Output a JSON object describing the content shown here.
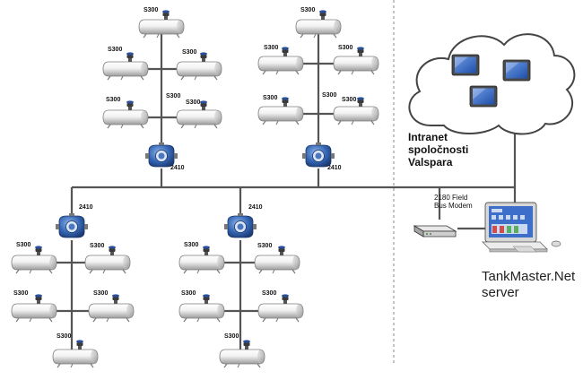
{
  "labels": {
    "tank_model": "S300",
    "gauge_model": "2410",
    "network": [
      "Intranet",
      "spoločnosti",
      "Valspara"
    ],
    "modem": [
      "2180 Field",
      "Bus Modem"
    ],
    "server": [
      "TankMaster.Net",
      "server"
    ]
  },
  "groups": [
    {
      "id": "top-left",
      "tanks": 5,
      "gauge": "2410"
    },
    {
      "id": "top-right",
      "tanks": 5,
      "gauge": "2410"
    },
    {
      "id": "bottom-left",
      "tanks": 5,
      "gauge": "2410"
    },
    {
      "id": "bottom-right",
      "tanks": 5,
      "gauge": "2410"
    }
  ],
  "colors": {
    "line": "#555555",
    "tank_light": "#ffffff",
    "tank_dark": "#9a9a9a",
    "gauge_blue": "#2f5fa8",
    "cloud_stroke": "#444444",
    "screen_blue": "#2a5fbf",
    "divider": "#888888"
  },
  "icons": [
    "tank-icon",
    "radar-gauge-icon",
    "cloud-icon",
    "monitor-icon",
    "field-bus-modem-icon",
    "workstation-icon"
  ]
}
